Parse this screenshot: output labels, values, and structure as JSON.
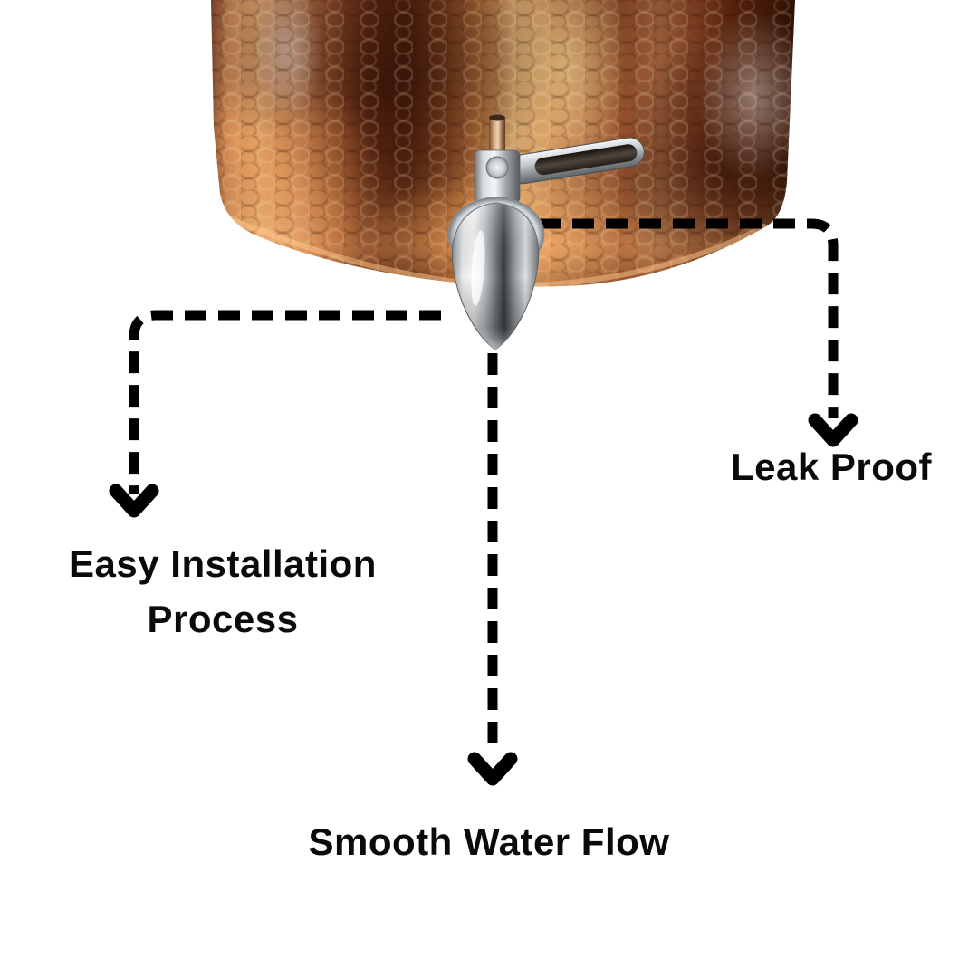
{
  "canvas": {
    "background": "#ffffff"
  },
  "photo": {
    "alt": "Hammered copper water dispenser with chrome tap"
  },
  "colors": {
    "arrow": "#000000",
    "label_text": "#0a0a0a",
    "copper_bright": "#edbd7d",
    "copper_mid": "#c67e42",
    "copper_dark": "#5d2811",
    "chrome": "#d8dcdf"
  },
  "annotations": {
    "easy_installation": {
      "lines": [
        "Easy Installation",
        "Process"
      ]
    },
    "leak_proof": {
      "label": "Leak Proof"
    },
    "smooth_water_flow": {
      "label": "Smooth Water Flow"
    }
  }
}
